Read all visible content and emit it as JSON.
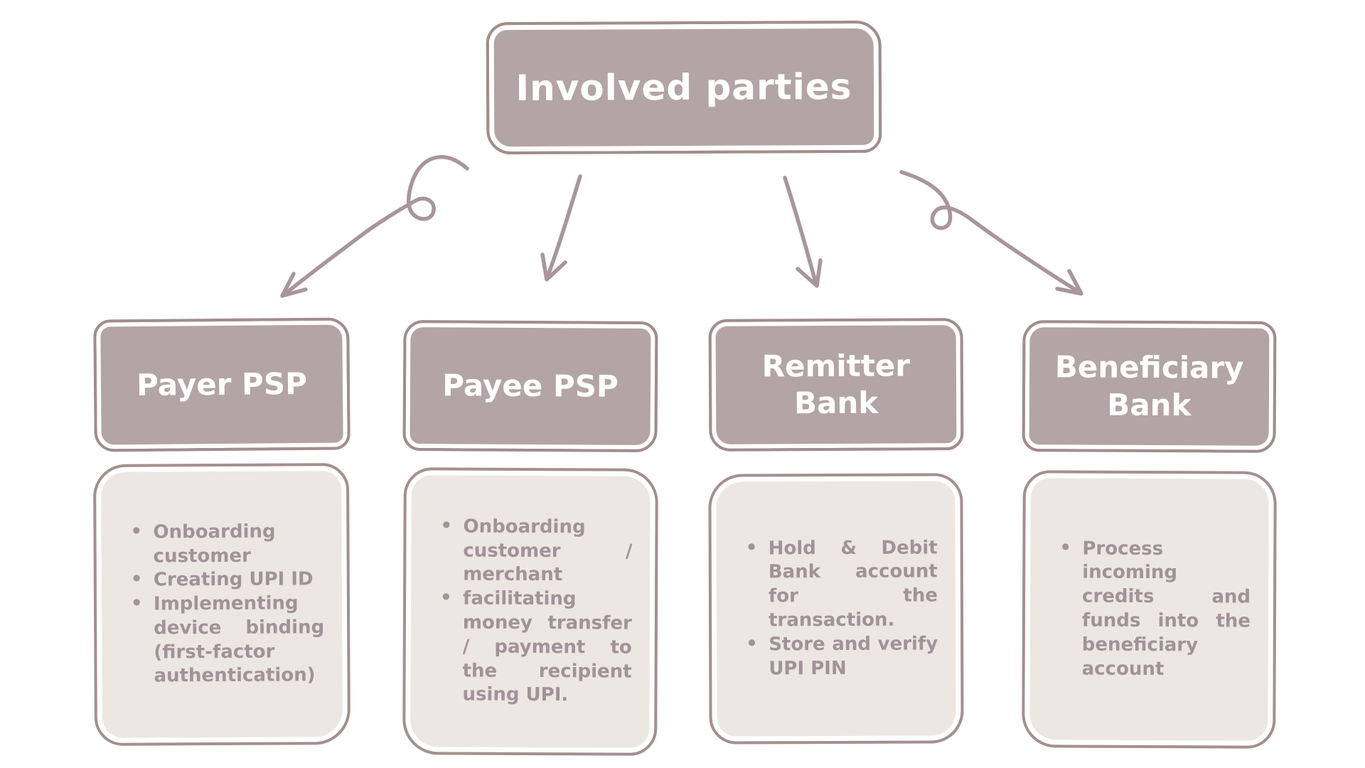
{
  "colors": {
    "canvas-bg": "#ffffff",
    "header-fill": "#b3a4a6",
    "header-text": "#ffffff",
    "node-border": "#a18d8d",
    "content-fill": "#ece7e3",
    "content-border": "#a3908e",
    "bullet-text": "#a29299",
    "arrow": "#a8969a"
  },
  "diagram": {
    "title": "Involved parties",
    "columns": [
      {
        "header": "Payer PSP",
        "bullets": [
          "Onboarding customer",
          "Creating UPI ID",
          "Implementing device binding (first-factor authentication)"
        ]
      },
      {
        "header": "Payee PSP",
        "bullets": [
          "Onboarding customer / merchant",
          "facilitating money transfer / payment to the recipient using UPI."
        ]
      },
      {
        "header": "Remitter Bank",
        "bullets": [
          "Hold & Debit Bank account for the transaction.",
          "Store and verify UPI PIN"
        ]
      },
      {
        "header": "Beneficiary Bank",
        "bullets": [
          "Process incoming credits and funds into the beneficiary account"
        ]
      }
    ]
  }
}
